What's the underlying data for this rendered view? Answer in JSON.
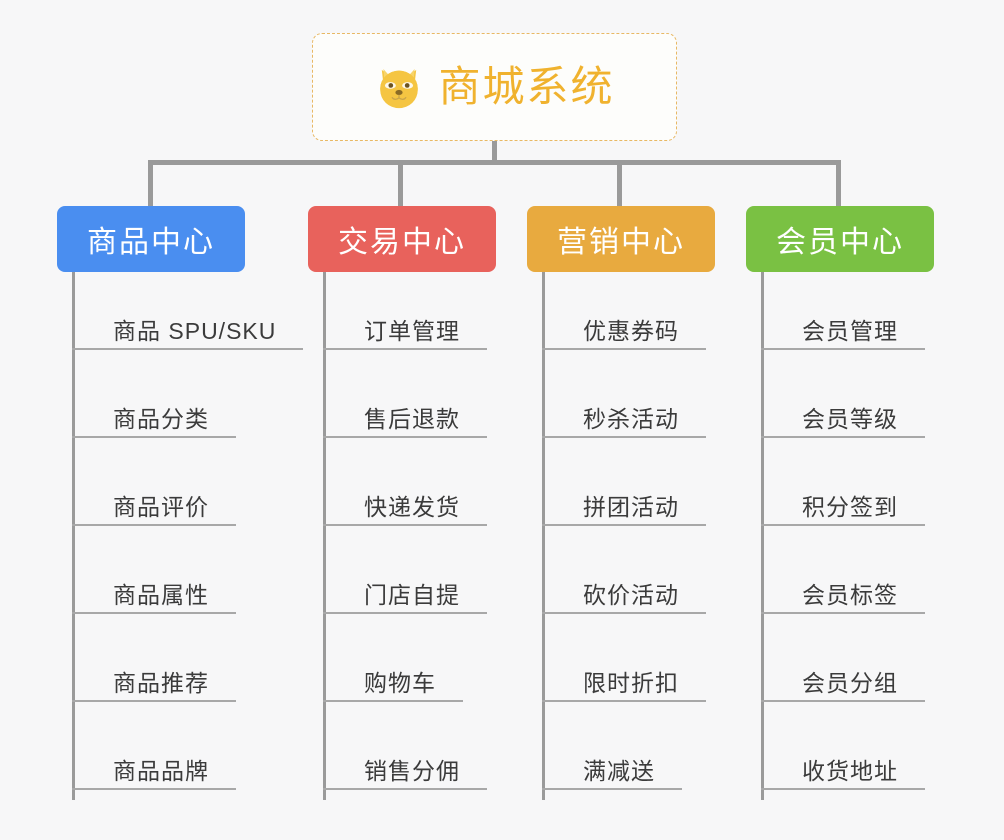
{
  "diagram": {
    "background_color": "#f7f7f8",
    "root": {
      "title": "商城系统",
      "icon": "shiba-dog-face-icon",
      "text_color": "#f0b22e",
      "border_color": "#e8b864"
    },
    "connector_color": "#9a9a9a",
    "columns": [
      {
        "header": "商品中心",
        "color": "#4a8ef0",
        "items": [
          "商品 SPU/SKU",
          "商品分类",
          "商品评价",
          "商品属性",
          "商品推荐",
          "商品品牌"
        ]
      },
      {
        "header": "交易中心",
        "color": "#e8625c",
        "items": [
          "订单管理",
          "售后退款",
          "快递发货",
          "门店自提",
          "购物车",
          "销售分佣"
        ]
      },
      {
        "header": "营销中心",
        "color": "#e8aa3f",
        "items": [
          "优惠券码",
          "秒杀活动",
          "拼团活动",
          "砍价活动",
          "限时折扣",
          "满减送"
        ]
      },
      {
        "header": "会员中心",
        "color": "#7ac143",
        "items": [
          "会员管理",
          "会员等级",
          "积分签到",
          "会员标签",
          "会员分组",
          "收货地址"
        ]
      }
    ]
  }
}
